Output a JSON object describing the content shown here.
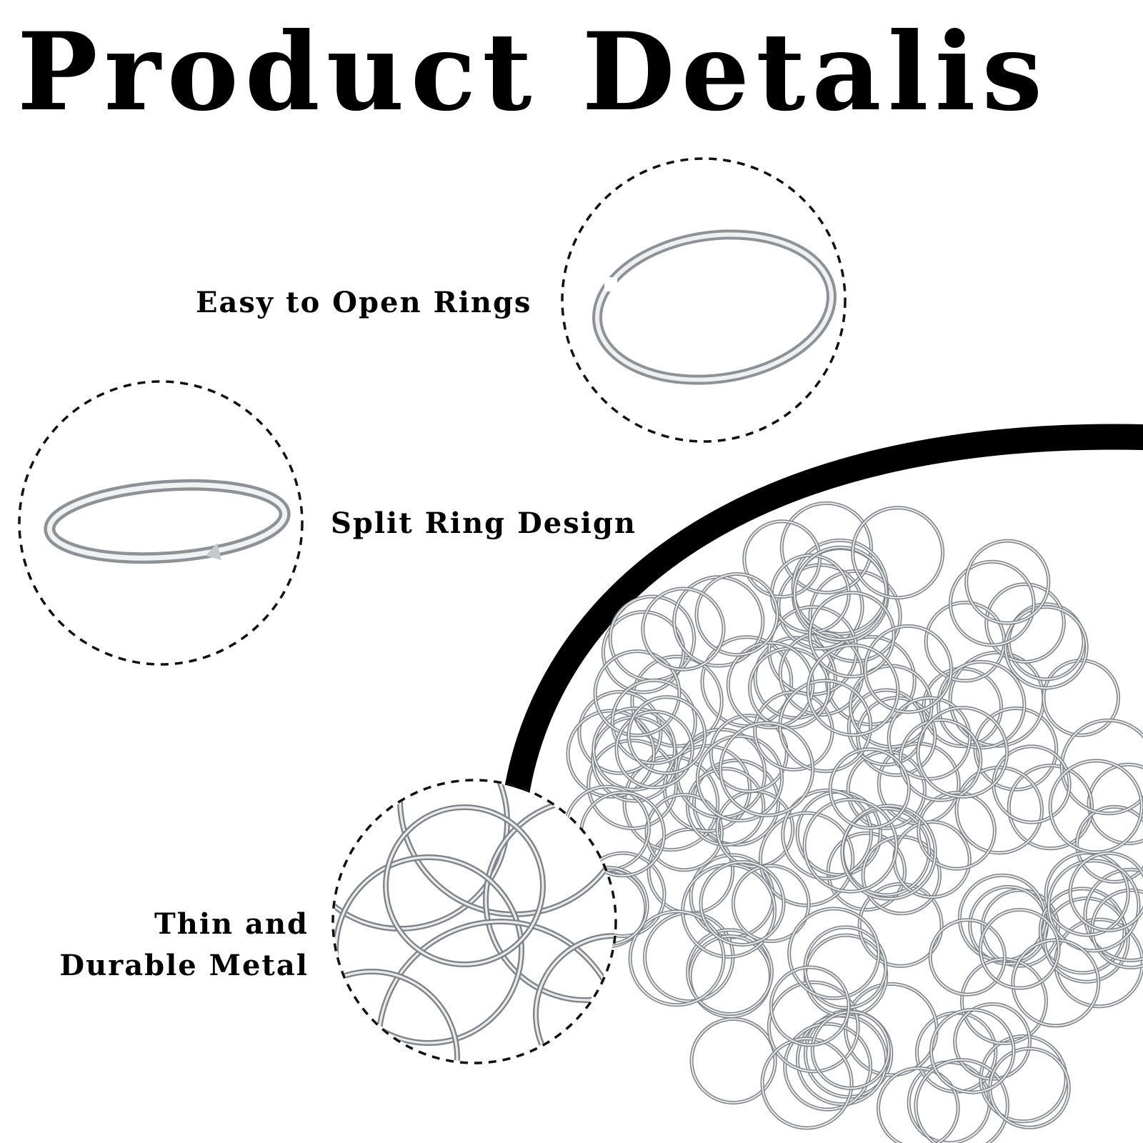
{
  "title": "Product Detalis",
  "features": {
    "open": "Easy to Open Rings",
    "split": "Split Ring Design",
    "thin_line1": "Thin and",
    "thin_line2": "Durable Metal"
  },
  "colors": {
    "background": "#ffffff",
    "text": "#000000",
    "arc": "#000000",
    "ring_metal": "#b9bcc0"
  },
  "icons": [
    "dashed-circle-frame",
    "split-ring-image",
    "jump-ring-pile-image"
  ]
}
